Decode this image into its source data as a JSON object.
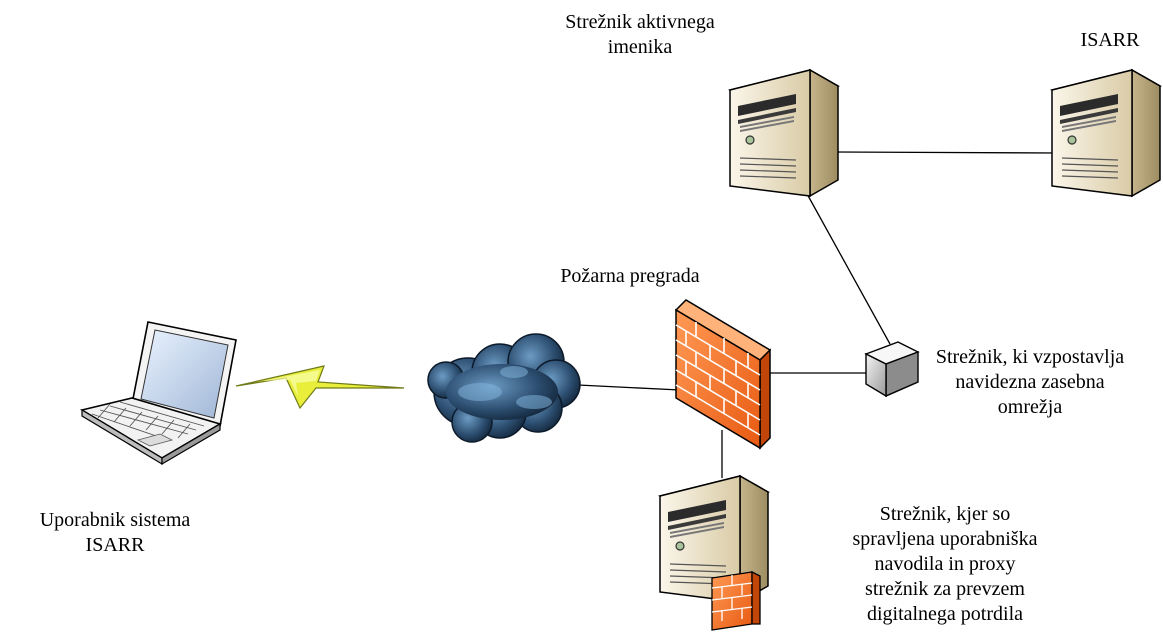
{
  "labels": {
    "ad_server": [
      "Strežnik aktivnega",
      "imenika"
    ],
    "isarr_server": "ISARR",
    "firewall": "Požarna pregrada",
    "vpn_server": [
      "Strežnik, ki vzpostavlja",
      "navidezna zasebna",
      "omrežja"
    ],
    "user": [
      "Uporabnik sistema",
      "ISARR"
    ],
    "proxy_server": [
      "Strežnik, kjer so",
      "spravljena uporabniška",
      "navodila in proxy",
      "strežnik za prevzem",
      "digitalnega potrdila"
    ]
  },
  "colors": {
    "server_body": "#e7dcc2",
    "firewall_brick": "#f2732b",
    "cloud": "#2f4f6e",
    "lightning": "#e8ee3a",
    "line": "#000000"
  },
  "icons": [
    "server-icon",
    "firewall-icon",
    "cloud-icon",
    "laptop-icon",
    "lightning-icon",
    "vpn-box-icon"
  ]
}
